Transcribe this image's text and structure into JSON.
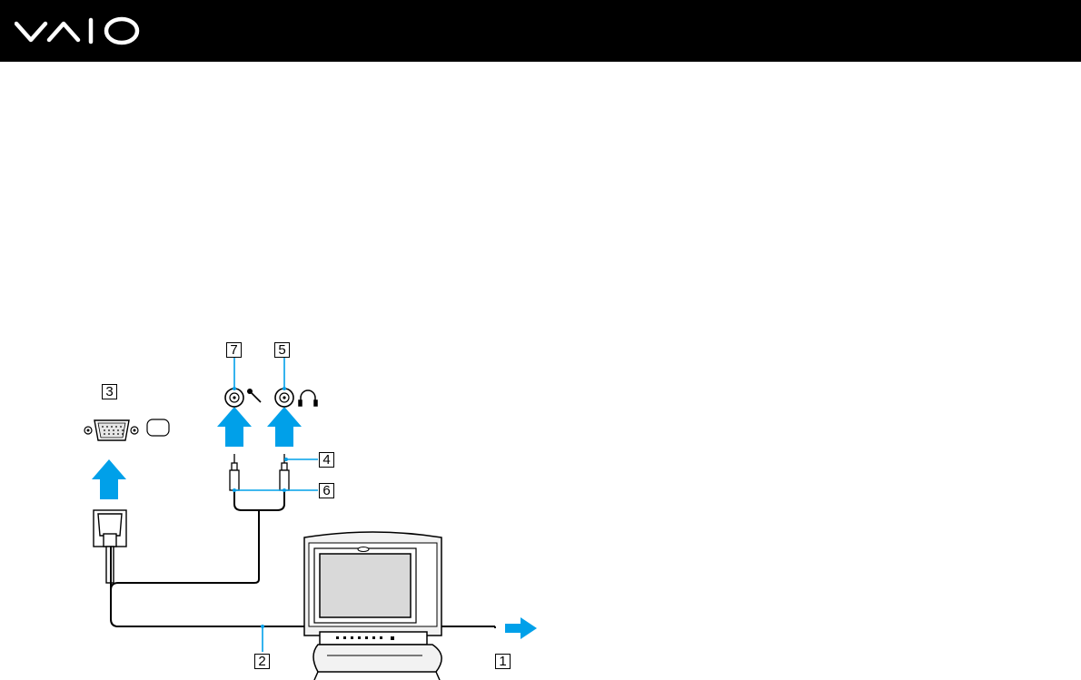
{
  "header": {
    "logo_text": "VAIO",
    "background_color": "#000000",
    "logo_color": "#ffffff"
  },
  "diagram": {
    "accent_color": "#00a0e9",
    "icons": [
      "vga-port-icon",
      "monitor-symbol-icon",
      "microphone-jack-icon",
      "microphone-icon",
      "headphone-jack-icon",
      "headphones-icon",
      "vga-plug-icon",
      "audio-plug-icon",
      "display-monitor-icon"
    ],
    "callouts": [
      {
        "id": "callout-1",
        "label": "1"
      },
      {
        "id": "callout-2",
        "label": "2"
      },
      {
        "id": "callout-3",
        "label": "3"
      },
      {
        "id": "callout-4",
        "label": "4"
      },
      {
        "id": "callout-5",
        "label": "5"
      },
      {
        "id": "callout-6",
        "label": "6"
      },
      {
        "id": "callout-7",
        "label": "7"
      }
    ]
  }
}
